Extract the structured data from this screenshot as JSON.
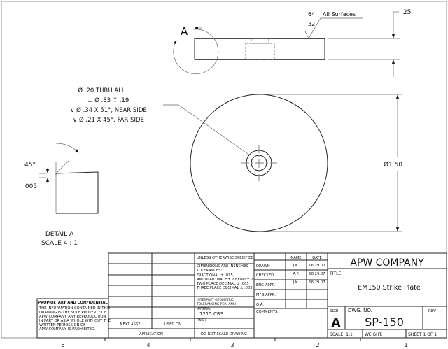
{
  "views": {
    "side": {
      "detail_label": "A",
      "finish_values": [
        "64",
        "32"
      ],
      "finish_note": "All Surfaces",
      "thickness_dim": ".25"
    },
    "front": {
      "diameter_dim": "Ø1.50"
    },
    "hole_callout": [
      "Ø .20 THRU ALL",
      "⌴ Ø .33 ↧ .19",
      "∨ Ø .34 X 51°, NEAR SIDE",
      "∨ Ø .21 X 45°, FAR SIDE"
    ],
    "detail": {
      "angle_dim": "45°",
      "depth_dim": ".005",
      "title": "DETAIL A",
      "scale": "SCALE 4 : 1"
    }
  },
  "zones": [
    "5",
    "4",
    "3",
    "2",
    "1"
  ],
  "proprietary": {
    "heading": "PROPRIETARY AND CONFIDENTIAL",
    "lines": [
      "THE INFORMATION CONTAINED IN THIS",
      "DRAWING IS THE SOLE PROPERTY OF",
      "APW COMPANY.  ANY  REPRODUCTION",
      "IN PART OR AS A WHOLE WITHOUT THE",
      "WRITTEN PERMISSION OF",
      "APW COMPANY IS PROHIBITED."
    ]
  },
  "application_block": {
    "next_assy": "NEXT ASSY",
    "used_on": "USED ON",
    "application": "APPLICATION"
  },
  "tolerance_block": {
    "header": "UNLESS OTHERWISE SPECIFIED:",
    "lines": [
      "DIMENSIONS ARE IN INCHES",
      "TOLERANCES:",
      "FRACTIONAL ± .015",
      "ANGULAR: MACH± 2    BEND ± 2",
      "TWO PLACE DECIMAL    ± .005",
      "THREE PLACE DECIMAL   ± .003"
    ],
    "geometric": [
      "INTERPRET GEOMETRIC",
      "TOLERANCING PER: ANSI"
    ],
    "material_label": "MATERIAL",
    "material": "1215 CRS",
    "finish_label": "FINISH",
    "no_scale": "DO NOT SCALE DRAWING"
  },
  "approvals": {
    "name_header": "NAME",
    "date_header": "DATE",
    "rows": [
      {
        "role": "DRAWN",
        "name": "J.K.",
        "date": "06.29.07"
      },
      {
        "role": "CHECKED",
        "name": "A.P.",
        "date": "06.29.07"
      },
      {
        "role": "ENG APPR.",
        "name": "J.K.",
        "date": "06.29.07"
      },
      {
        "role": "MFG APPR.",
        "name": "",
        "date": ""
      },
      {
        "role": "Q.A.",
        "name": "",
        "date": ""
      }
    ],
    "comments_label": "COMMENTS:"
  },
  "title_block": {
    "company": "APW COMPANY",
    "title_label": "TITLE:",
    "title": "EM150 Strike Plate",
    "size_label": "SIZE",
    "size": "A",
    "dwg_no_label": "DWG.  NO.",
    "dwg_no": "SP-150",
    "rev_label": "REV",
    "scale": "SCALE: 1:1",
    "weight": "WEIGHT:",
    "sheet": "SHEET 1 OF 1"
  }
}
